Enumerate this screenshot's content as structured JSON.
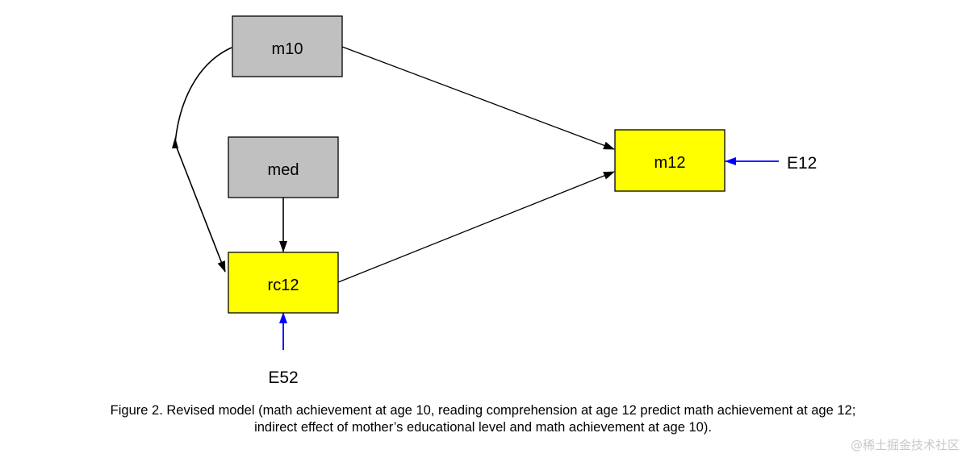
{
  "nodes": {
    "m10": "m10",
    "med": "med",
    "rc12": "rc12",
    "m12": "m12"
  },
  "errors": {
    "E12": "E12",
    "E52": "E52"
  },
  "colors": {
    "observed_gray": "#c0c0c0",
    "endogenous_yellow": "#ffff00",
    "path_black": "#000000",
    "error_blue": "#0000ff"
  },
  "caption": {
    "line1": "Figure 2.  Revised model (math achievement at age 10, reading comprehension at age 12 predict math achievement at age 12;",
    "line2": "indirect effect of mother’s educational level and math achievement at age 10)."
  },
  "watermark": "@稀土掘金技术社区"
}
